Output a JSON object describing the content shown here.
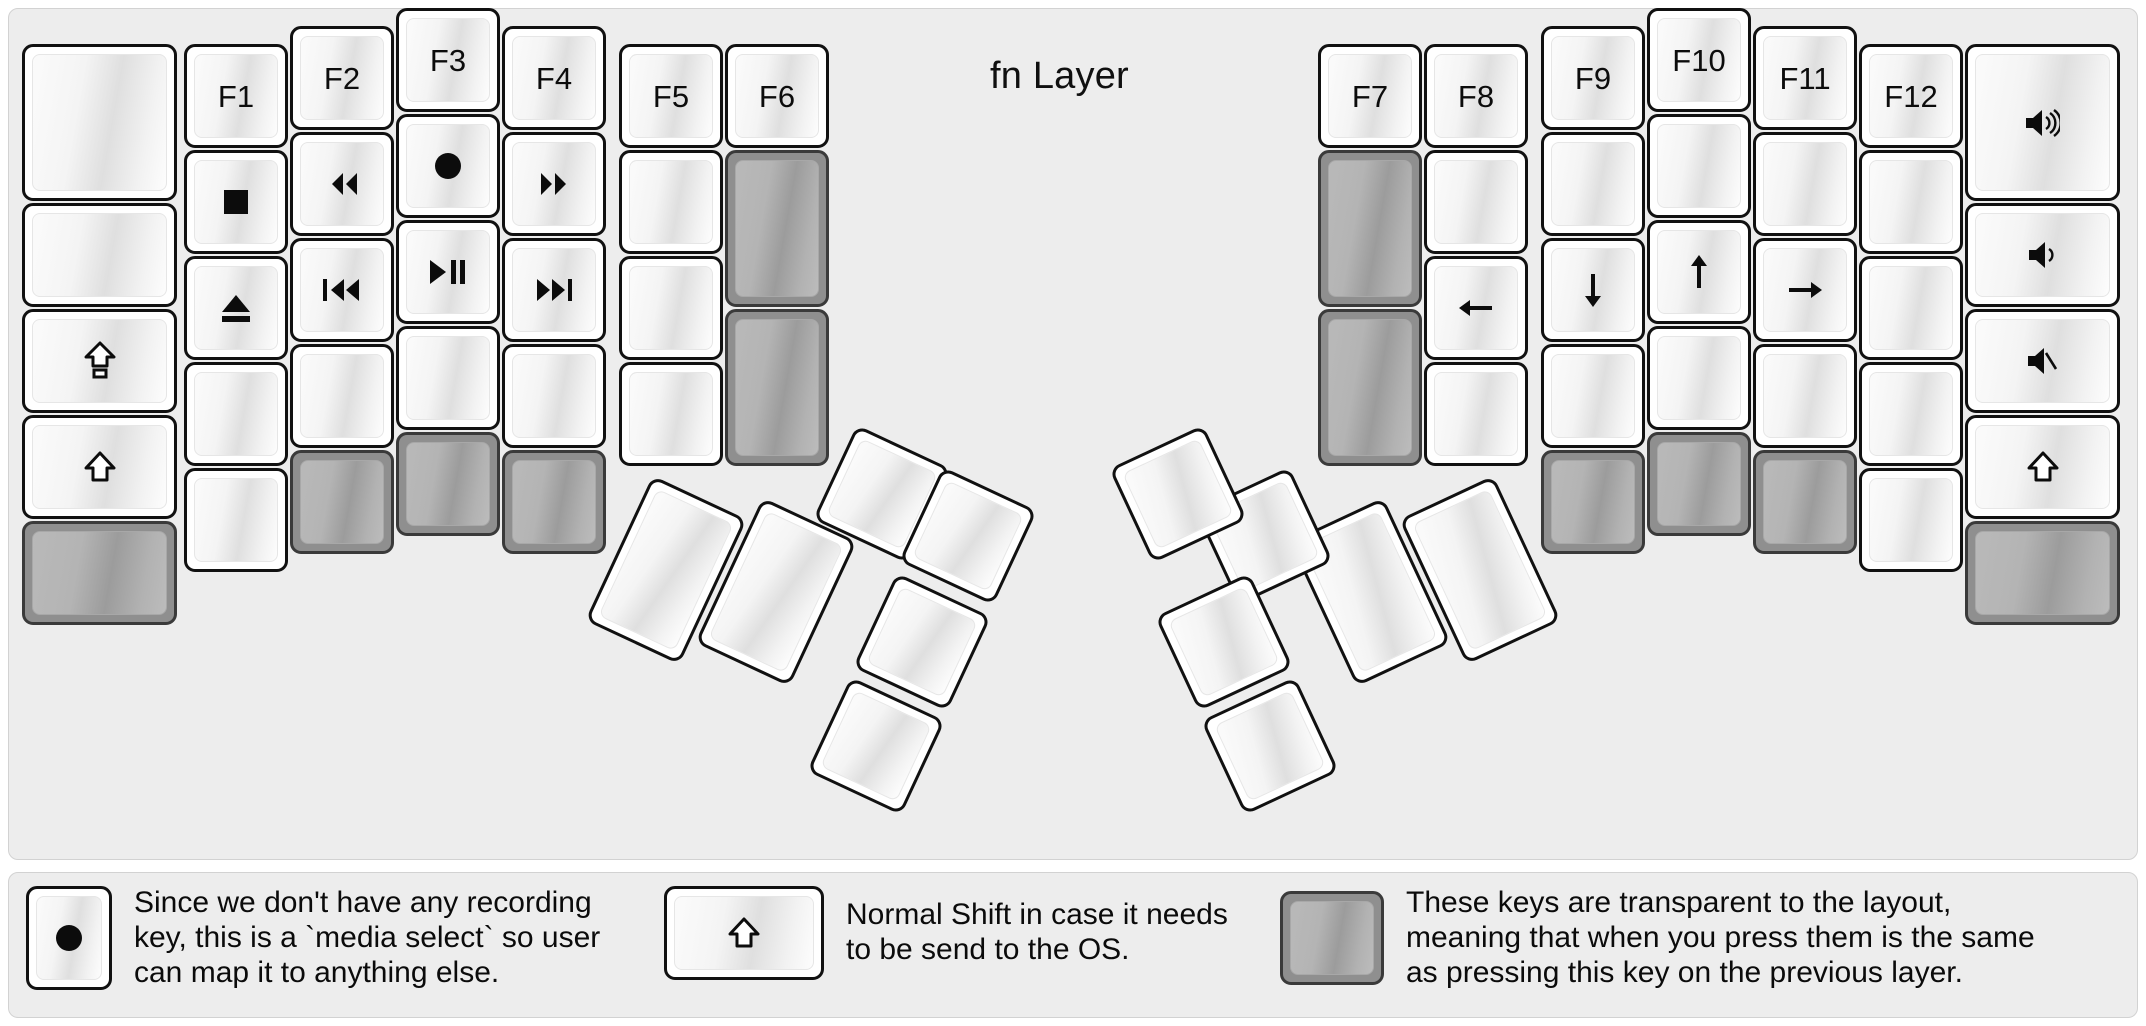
{
  "title": "fn Layer",
  "colors": {
    "background": "#ededed",
    "key_face": "#ffffff",
    "key_border": "#111111",
    "transparent_key": "#8f8f8f",
    "text": "#0c0c0c"
  },
  "left_half": {
    "columns": [
      {
        "name": "col-outer-left",
        "keys": [
          {
            "label": "",
            "icon": "",
            "transparent": false
          },
          {
            "label": "",
            "icon": "",
            "transparent": false
          },
          {
            "label": "",
            "icon": "caps-lock",
            "transparent": false
          },
          {
            "label": "",
            "icon": "shift",
            "transparent": false
          },
          {
            "label": "",
            "icon": "",
            "transparent": true
          }
        ]
      },
      {
        "name": "col-f1",
        "keys": [
          {
            "label": "F1",
            "icon": "",
            "transparent": false
          },
          {
            "label": "",
            "icon": "stop",
            "transparent": false
          },
          {
            "label": "",
            "icon": "eject",
            "transparent": false
          },
          {
            "label": "",
            "icon": "",
            "transparent": false
          },
          {
            "label": "",
            "icon": "",
            "transparent": false
          }
        ]
      },
      {
        "name": "col-f2",
        "keys": [
          {
            "label": "F2",
            "icon": "",
            "transparent": false
          },
          {
            "label": "",
            "icon": "rewind",
            "transparent": false
          },
          {
            "label": "",
            "icon": "prev-track",
            "transparent": false
          },
          {
            "label": "",
            "icon": "",
            "transparent": false
          },
          {
            "label": "",
            "icon": "",
            "transparent": true
          }
        ]
      },
      {
        "name": "col-f3",
        "keys": [
          {
            "label": "F3",
            "icon": "",
            "transparent": false
          },
          {
            "label": "",
            "icon": "record",
            "transparent": false
          },
          {
            "label": "",
            "icon": "play-pause",
            "transparent": false
          },
          {
            "label": "",
            "icon": "",
            "transparent": false
          },
          {
            "label": "",
            "icon": "",
            "transparent": true
          }
        ]
      },
      {
        "name": "col-f4",
        "keys": [
          {
            "label": "F4",
            "icon": "",
            "transparent": false
          },
          {
            "label": "",
            "icon": "fast-forward",
            "transparent": false
          },
          {
            "label": "",
            "icon": "next-track",
            "transparent": false
          },
          {
            "label": "",
            "icon": "",
            "transparent": false
          },
          {
            "label": "",
            "icon": "",
            "transparent": true
          }
        ]
      },
      {
        "name": "col-f5",
        "keys": [
          {
            "label": "F5",
            "icon": "",
            "transparent": false
          },
          {
            "label": "",
            "icon": "",
            "transparent": false
          },
          {
            "label": "",
            "icon": "",
            "transparent": false
          },
          {
            "label": "",
            "icon": "",
            "transparent": false
          }
        ]
      },
      {
        "name": "col-f6",
        "keys": [
          {
            "label": "F6",
            "icon": "",
            "transparent": false
          },
          {
            "label": "",
            "icon": "",
            "transparent": true
          },
          {
            "label": "",
            "icon": "",
            "transparent": true
          }
        ]
      }
    ],
    "thumb_cluster": [
      {
        "name": "thumb-left-big-1",
        "icon": "",
        "transparent": false
      },
      {
        "name": "thumb-left-big-2",
        "icon": "",
        "transparent": false
      },
      {
        "name": "thumb-left-small-1",
        "icon": "",
        "transparent": false
      },
      {
        "name": "thumb-left-small-2",
        "icon": "",
        "transparent": false
      },
      {
        "name": "thumb-left-small-3",
        "icon": "",
        "transparent": false
      },
      {
        "name": "thumb-left-small-4",
        "icon": "",
        "transparent": false
      }
    ]
  },
  "right_half": {
    "columns": [
      {
        "name": "col-f7",
        "keys": [
          {
            "label": "F7",
            "icon": "",
            "transparent": false
          },
          {
            "label": "",
            "icon": "",
            "transparent": true
          },
          {
            "label": "",
            "icon": "",
            "transparent": true
          }
        ]
      },
      {
        "name": "col-f8",
        "keys": [
          {
            "label": "F8",
            "icon": "",
            "transparent": false
          },
          {
            "label": "",
            "icon": "",
            "transparent": false
          },
          {
            "label": "",
            "icon": "arrow-left",
            "transparent": false
          },
          {
            "label": "",
            "icon": "",
            "transparent": false
          }
        ]
      },
      {
        "name": "col-f9",
        "keys": [
          {
            "label": "F9",
            "icon": "",
            "transparent": false
          },
          {
            "label": "",
            "icon": "",
            "transparent": false
          },
          {
            "label": "",
            "icon": "arrow-down",
            "transparent": false
          },
          {
            "label": "",
            "icon": "",
            "transparent": false
          },
          {
            "label": "",
            "icon": "",
            "transparent": true
          }
        ]
      },
      {
        "name": "col-f10",
        "keys": [
          {
            "label": "F10",
            "icon": "",
            "transparent": false
          },
          {
            "label": "",
            "icon": "",
            "transparent": false
          },
          {
            "label": "",
            "icon": "arrow-up",
            "transparent": false
          },
          {
            "label": "",
            "icon": "",
            "transparent": false
          },
          {
            "label": "",
            "icon": "",
            "transparent": true
          }
        ]
      },
      {
        "name": "col-f11",
        "keys": [
          {
            "label": "F11",
            "icon": "",
            "transparent": false
          },
          {
            "label": "",
            "icon": "",
            "transparent": false
          },
          {
            "label": "",
            "icon": "arrow-right",
            "transparent": false
          },
          {
            "label": "",
            "icon": "",
            "transparent": false
          },
          {
            "label": "",
            "icon": "",
            "transparent": true
          }
        ]
      },
      {
        "name": "col-f12",
        "keys": [
          {
            "label": "F12",
            "icon": "",
            "transparent": false
          },
          {
            "label": "",
            "icon": "",
            "transparent": false
          },
          {
            "label": "",
            "icon": "",
            "transparent": false
          },
          {
            "label": "",
            "icon": "",
            "transparent": false
          },
          {
            "label": "",
            "icon": "",
            "transparent": false
          }
        ]
      },
      {
        "name": "col-outer-right",
        "keys": [
          {
            "label": "",
            "icon": "volume-up",
            "transparent": false
          },
          {
            "label": "",
            "icon": "volume-down",
            "transparent": false
          },
          {
            "label": "",
            "icon": "mute",
            "transparent": false
          },
          {
            "label": "",
            "icon": "shift",
            "transparent": false
          },
          {
            "label": "",
            "icon": "",
            "transparent": true
          }
        ]
      }
    ],
    "thumb_cluster": [
      {
        "name": "thumb-right-big-1",
        "icon": "",
        "transparent": false
      },
      {
        "name": "thumb-right-big-2",
        "icon": "",
        "transparent": false
      },
      {
        "name": "thumb-right-small-1",
        "icon": "",
        "transparent": false
      },
      {
        "name": "thumb-right-small-2",
        "icon": "",
        "transparent": false
      },
      {
        "name": "thumb-right-small-3",
        "icon": "",
        "transparent": false
      },
      {
        "name": "thumb-right-small-4",
        "icon": "",
        "transparent": false
      }
    ]
  },
  "legend": [
    {
      "icon": "record",
      "transparent": false,
      "text": "Since we don't have any recording\nkey, this is a `media select` so user\ncan map it to anything else."
    },
    {
      "icon": "shift",
      "transparent": false,
      "text": "Normal Shift in case it needs\nto be send to the OS."
    },
    {
      "icon": "",
      "transparent": true,
      "text": "These keys are transparent to the layout,\nmeaning that when you press them is the same\nas pressing this key on the previous layer."
    }
  ]
}
